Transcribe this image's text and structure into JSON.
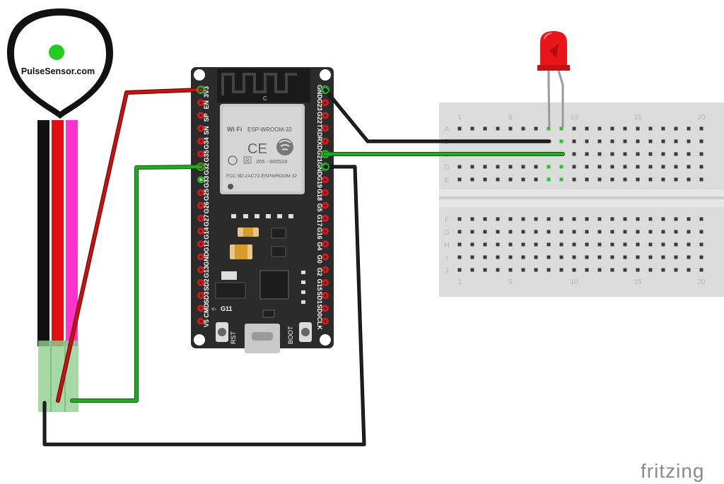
{
  "pulse_sensor": {
    "label": "PulseSensor.com",
    "dot_color": "#22cc22",
    "lead_colors": [
      "#111111",
      "#e01010",
      "#ff33cc"
    ]
  },
  "board": {
    "module_title": "ESP-WROOM-32",
    "wifi_text": "Wi Fi",
    "ce_text": "CE",
    "r_text": "R",
    "cert_code": "205 - 000519",
    "fcc_text": "FCC 9D:2AC72-ESPWROOM 32",
    "silk_c": "C",
    "left_pins": [
      "3V3",
      "EN",
      "SP",
      "SN",
      "G34",
      "G35",
      "G32",
      "G33",
      "G25",
      "G26",
      "G27",
      "G14",
      "G12",
      "GND",
      "G13",
      "SD2",
      "SD3",
      "CMD",
      "V5"
    ],
    "right_pins": [
      "GND",
      "G23",
      "G22",
      "TXD",
      "RXD",
      "G21",
      "GND",
      "G19",
      "G18",
      "G5",
      "G17",
      "G16",
      "G4",
      "G0",
      "G2",
      "G15",
      "SD1",
      "SD0",
      "CLK"
    ],
    "left_active": [
      0,
      7
    ],
    "right_active": [
      0,
      5,
      6
    ],
    "rst_label": "RST",
    "boot_label": "BOOT",
    "g11_label": "G11"
  },
  "breadboard": {
    "col_numbers": [
      "1",
      "5",
      "10",
      "15",
      "20"
    ],
    "top_rows": [
      "A",
      "B",
      "C",
      "D",
      "E"
    ],
    "bottom_rows": [
      "F",
      "G",
      "H",
      "I",
      "J"
    ]
  },
  "led": {
    "color": "#e8161b"
  },
  "wire_colors": {
    "red": "#cc1111",
    "green": "#22aa22",
    "black": "#111111"
  },
  "watermark": "fritzing"
}
